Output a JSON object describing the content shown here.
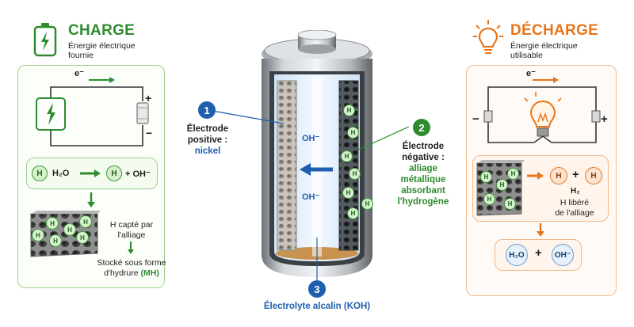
{
  "charge": {
    "title": "CHARGE",
    "subtitle_line1": "Énergie électrique",
    "subtitle_line2": "fournie",
    "electron": "e⁻",
    "plus": "+",
    "minus": "−",
    "reaction_h": "H",
    "reaction_h2o": "H₂O",
    "reaction_oh": "+ OH⁻",
    "captured_line1": "H capté par",
    "captured_line2": "l'alliage",
    "stored_line1": "Stocké sous forme",
    "stored_line2": "d'hydrure",
    "stored_mh": "(MH)"
  },
  "discharge": {
    "title": "DÉCHARGE",
    "subtitle_line1": "Énergie électrique",
    "subtitle_line2": "utilisable",
    "electron": "e⁻",
    "plus": "+",
    "minus": "−",
    "h_label": "H",
    "plus_sign": "+",
    "h2_label": "H₂",
    "released_line1": "H libéré",
    "released_line2": "de l'alliage",
    "h2o_label": "H₂O",
    "oh_label": "OH⁻"
  },
  "cell": {
    "oh_top": "OH⁻",
    "oh_bottom": "OH⁻",
    "h": "H"
  },
  "callouts": {
    "one": {
      "number": "1",
      "line1": "Électrode",
      "line2": "positive :",
      "line3": "nickel"
    },
    "two": {
      "number": "2",
      "line1": "Électrode",
      "line2": "négative :",
      "line3": "alliage",
      "line4": "métallique",
      "line5": "absorbant",
      "line6": "l'hydrogène"
    },
    "three": {
      "number": "3",
      "label": "Électrolyte alcalin (KOH)"
    }
  },
  "colors": {
    "charge_green": "#2e8b2e",
    "discharge_orange": "#e8751a",
    "callout_blue": "#1f5fae"
  }
}
